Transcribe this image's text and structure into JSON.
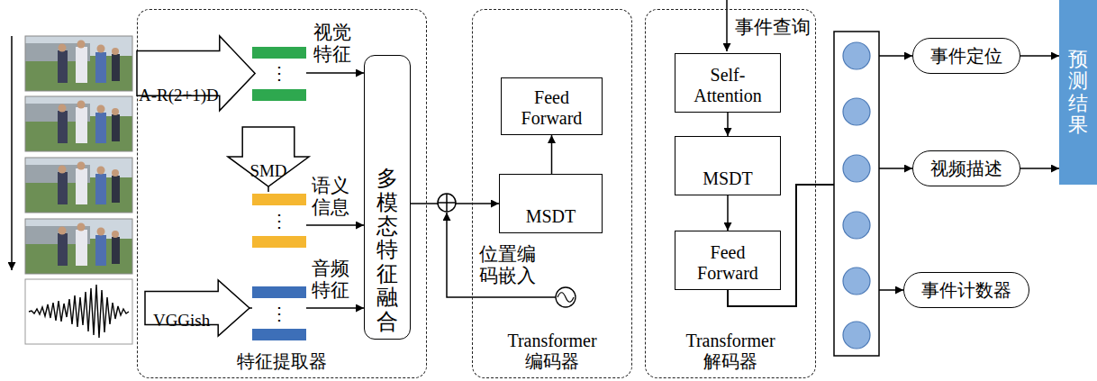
{
  "diagram": {
    "nodes": [
      {
        "text": [
          "特征提取器"
        ]
      },
      {
        "text": [
          "A-R(2+1)D"
        ],
        "in": 0
      },
      {
        "text": [
          "SMD"
        ],
        "in": 0
      },
      {
        "text": [
          "VGGish"
        ],
        "in": 0
      },
      {
        "text": [
          "多模态特征融合"
        ],
        "in": 0
      },
      {
        "text": [
          "Transformer 编码器"
        ]
      },
      {
        "text": [
          "Feed Forward"
        ],
        "in": 5
      },
      {
        "text": [
          "MSDT"
        ],
        "in": 5
      },
      {
        "text": [
          "Transformer 解码器"
        ]
      },
      {
        "text": [
          "Self-Attention"
        ],
        "in": 8
      },
      {
        "text": [
          "MSDT"
        ],
        "in": 8
      },
      {
        "text": [
          "Feed Forward"
        ],
        "in": 8
      },
      {
        "text": [
          "事件定位"
        ]
      },
      {
        "text": [
          "视频描述"
        ]
      },
      {
        "text": [
          "事件计数器"
        ]
      },
      {
        "text": [
          "预测结果"
        ]
      }
    ],
    "edges": [
      {
        "from": 1,
        "to": 4,
        "arrow": "to"
      },
      {
        "from": 2,
        "to": 4,
        "arrow": "to"
      },
      {
        "from": 3,
        "to": 4,
        "arrow": "to"
      },
      {
        "from": 4,
        "to": 7,
        "arrow": "to"
      },
      {
        "from": 7,
        "to": 6,
        "arrow": "to"
      },
      {
        "from": 9,
        "to": 10,
        "arrow": "to"
      },
      {
        "from": 10,
        "to": 11,
        "arrow": "to"
      },
      {
        "from": 11,
        "to": 12,
        "arrow": "to"
      },
      {
        "from": 11,
        "to": 13,
        "arrow": "to"
      },
      {
        "from": 11,
        "to": 14,
        "arrow": "to"
      },
      {
        "from": 12,
        "to": 15,
        "arrow": "to"
      },
      {
        "from": 13,
        "to": 15,
        "arrow": "to"
      }
    ],
    "labels": [
      "视觉特征",
      "⋮",
      "语义信息",
      "⋮",
      "音频特征",
      "⋮",
      "位置编码嵌入",
      "事件查询"
    ]
  }
}
